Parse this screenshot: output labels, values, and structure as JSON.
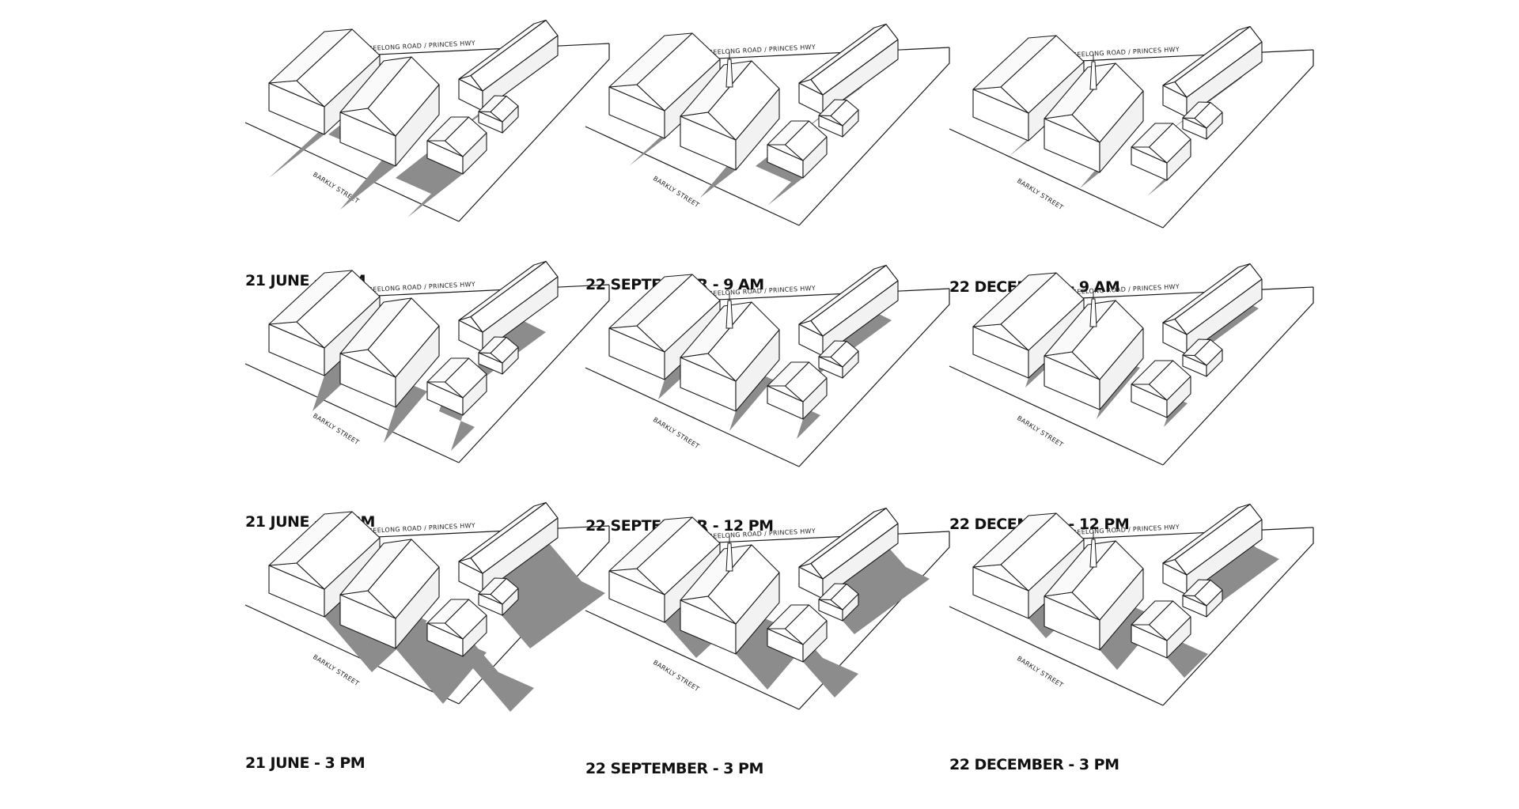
{
  "panels": [
    {
      "caption": "21 JUNE - 9 AM",
      "street_top": "GEELONG ROAD / PRINCES HWY",
      "street_left": "BARKLY STREET",
      "shadow": "heavy-west",
      "tower": false
    },
    {
      "caption": "22 SEPTEMBER - 9 AM",
      "street_top": "GEELONG ROAD / PRINCES HWY",
      "street_left": "BARKLY STREET",
      "shadow": "medium-west",
      "tower": true
    },
    {
      "caption": "22 DECEMBER - 9 AM",
      "street_top": "GEELONG ROAD / PRINCES HWY",
      "street_left": "BARKLY STREET",
      "shadow": "light-west",
      "tower": true
    },
    {
      "caption": "21 JUNE - 12 PM",
      "street_top": "GEELONG ROAD / PRINCES HWY",
      "street_left": "BARKLY STREET",
      "shadow": "medium-south",
      "tower": false
    },
    {
      "caption": "22 SEPTEMBER - 12 PM",
      "street_top": "GEELONG ROAD / PRINCES HWY",
      "street_left": "BARKLY STREET",
      "shadow": "light-south",
      "tower": true
    },
    {
      "caption": "22 DECEMBER - 12 PM",
      "street_top": "GEELONG ROAD / PRINCES HWY",
      "street_left": "BARKLY STREET",
      "shadow": "minimal",
      "tower": true
    },
    {
      "caption": "21 JUNE - 3 PM",
      "street_top": "GEELONG ROAD / PRINCES HWY",
      "street_left": "BARKLY STREET",
      "shadow": "heavy-east",
      "tower": false
    },
    {
      "caption": "22 SEPTEMBER - 3 PM",
      "street_top": "GEELONG ROAD / PRINCES HWY",
      "street_left": "BARKLY STREET",
      "shadow": "medium-east",
      "tower": true
    },
    {
      "caption": "22 DECEMBER - 3 PM",
      "street_top": "GEELONG ROAD / PRINCES HWY",
      "street_left": "BARKLY STREET",
      "shadow": "light-east",
      "tower": true
    }
  ],
  "colors": {
    "shadow": "#8c8c8c",
    "roof": "#ffffff",
    "line": "#1a1a1a",
    "background": "#ffffff"
  }
}
